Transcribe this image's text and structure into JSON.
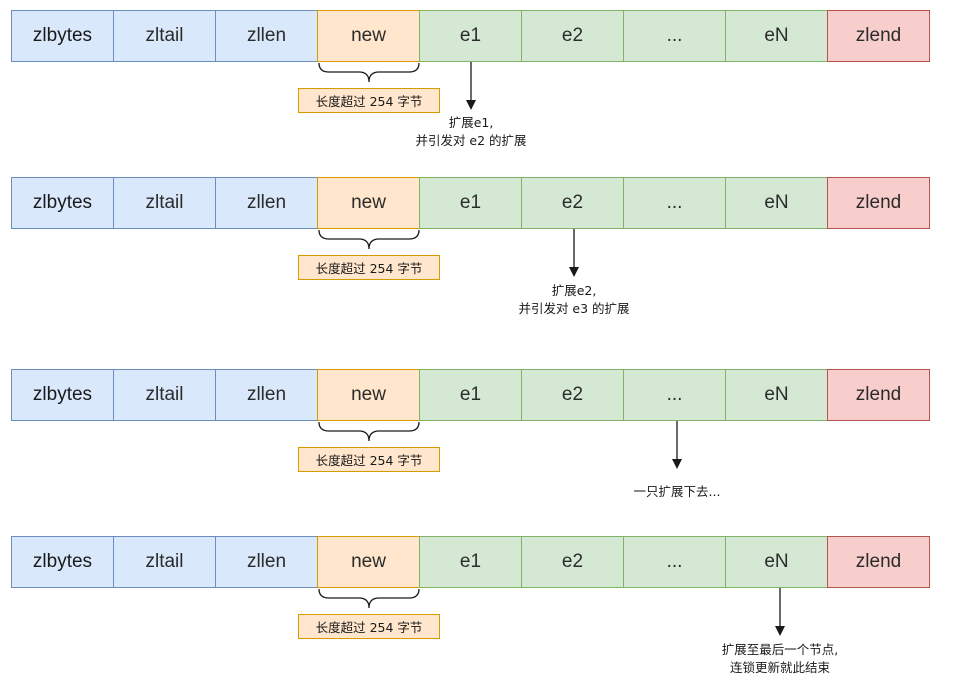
{
  "rows": [
    {
      "cells": [
        "zlbytes",
        "zltail",
        "zllen",
        "new",
        "e1",
        "e2",
        "...",
        "eN",
        "zlend"
      ],
      "tag": "长度超过 254 字节",
      "note_lines": [
        "扩展e1,",
        "并引发对 e2 的扩展"
      ]
    },
    {
      "cells": [
        "zlbytes",
        "zltail",
        "zllen",
        "new",
        "e1",
        "e2",
        "...",
        "eN",
        "zlend"
      ],
      "tag": "长度超过 254 字节",
      "note_lines": [
        "扩展e2,",
        "并引发对 e3 的扩展"
      ]
    },
    {
      "cells": [
        "zlbytes",
        "zltail",
        "zllen",
        "new",
        "e1",
        "e2",
        "...",
        "eN",
        "zlend"
      ],
      "tag": "长度超过 254 字节",
      "note_lines": [
        "一只扩展下去..."
      ]
    },
    {
      "cells": [
        "zlbytes",
        "zltail",
        "zllen",
        "new",
        "e1",
        "e2",
        "...",
        "eN",
        "zlend"
      ],
      "tag": "长度超过 254 字节",
      "note_lines": [
        "扩展至最后一个节点,",
        "连锁更新就此结束"
      ]
    }
  ],
  "colors": {
    "header_fill": "#dae8fc",
    "header_stroke": "#6c8ebf",
    "new_fill": "#ffe6cc",
    "new_stroke": "#d79b00",
    "entry_fill": "#d5e8d4",
    "entry_stroke": "#82b366",
    "end_fill": "#f8cecc",
    "end_stroke": "#b85450"
  }
}
